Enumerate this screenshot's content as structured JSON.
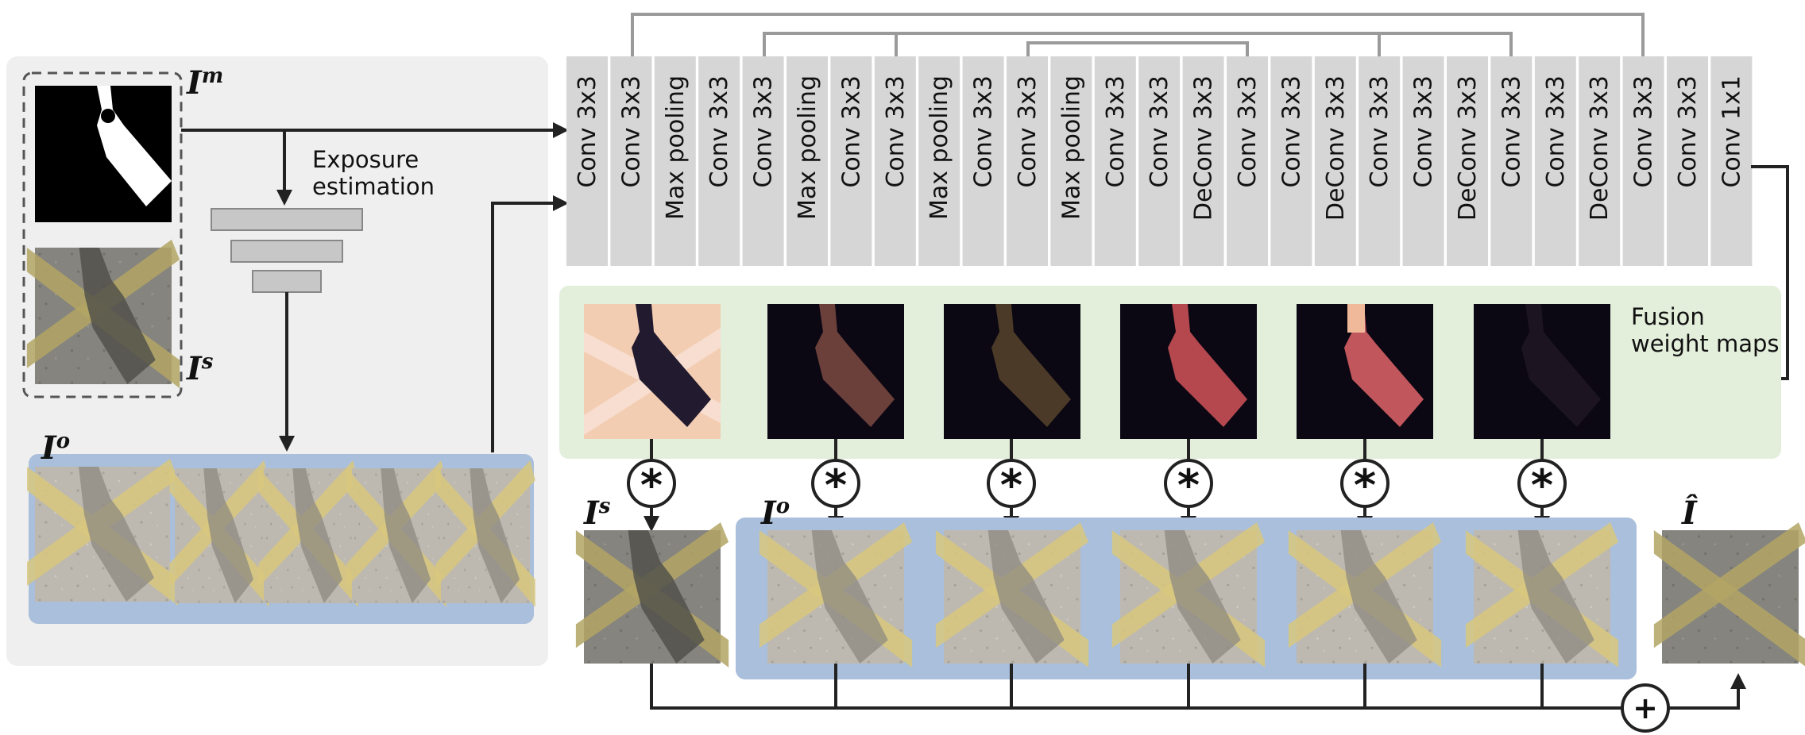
{
  "layers": [
    "Conv 3x3",
    "Conv 3x3",
    "Max pooling",
    "Conv 3x3",
    "Conv 3x3",
    "Max pooling",
    "Conv 3x3",
    "Conv 3x3",
    "Max pooling",
    "Conv 3x3",
    "Conv 3x3",
    "Max pooling",
    "Conv 3x3",
    "Conv 3x3",
    "DeConv 3x3",
    "Conv 3x3",
    "Conv 3x3",
    "DeConv 3x3",
    "Conv 3x3",
    "Conv 3x3",
    "DeConv 3x3",
    "Conv 3x3",
    "Conv 3x3",
    "DeConv 3x3",
    "Conv 3x3",
    "Conv 3x3",
    "Conv 1x1"
  ],
  "labels": {
    "exposure_estimation_line1": "Exposure",
    "exposure_estimation_line2": "estimation",
    "fusion_line1": "Fusion",
    "fusion_line2": "weight maps",
    "mask": "I",
    "mask_sup": "m",
    "shadow": "I",
    "shadow_sup": "s",
    "overexposed": "I",
    "overexposed_sup": "o",
    "shadow_bottom": "I",
    "shadow_bottom_sup": "s",
    "overexposed_bottom": "I",
    "overexposed_bottom_sup": "o",
    "output": "Î",
    "multiply_symbol": "*",
    "sum_symbol": "+"
  },
  "colors": {
    "left_panel": "#efefef",
    "layer_block": "#d6d6d6",
    "fusion_panel": "#e3eedb",
    "blue_panel": "#a9bfdc",
    "skip_lines": "#9a9a9a",
    "arrows": "#222222"
  },
  "icons": {
    "multiply": "circled-asterisk-icon",
    "sum": "circled-plus-icon"
  }
}
